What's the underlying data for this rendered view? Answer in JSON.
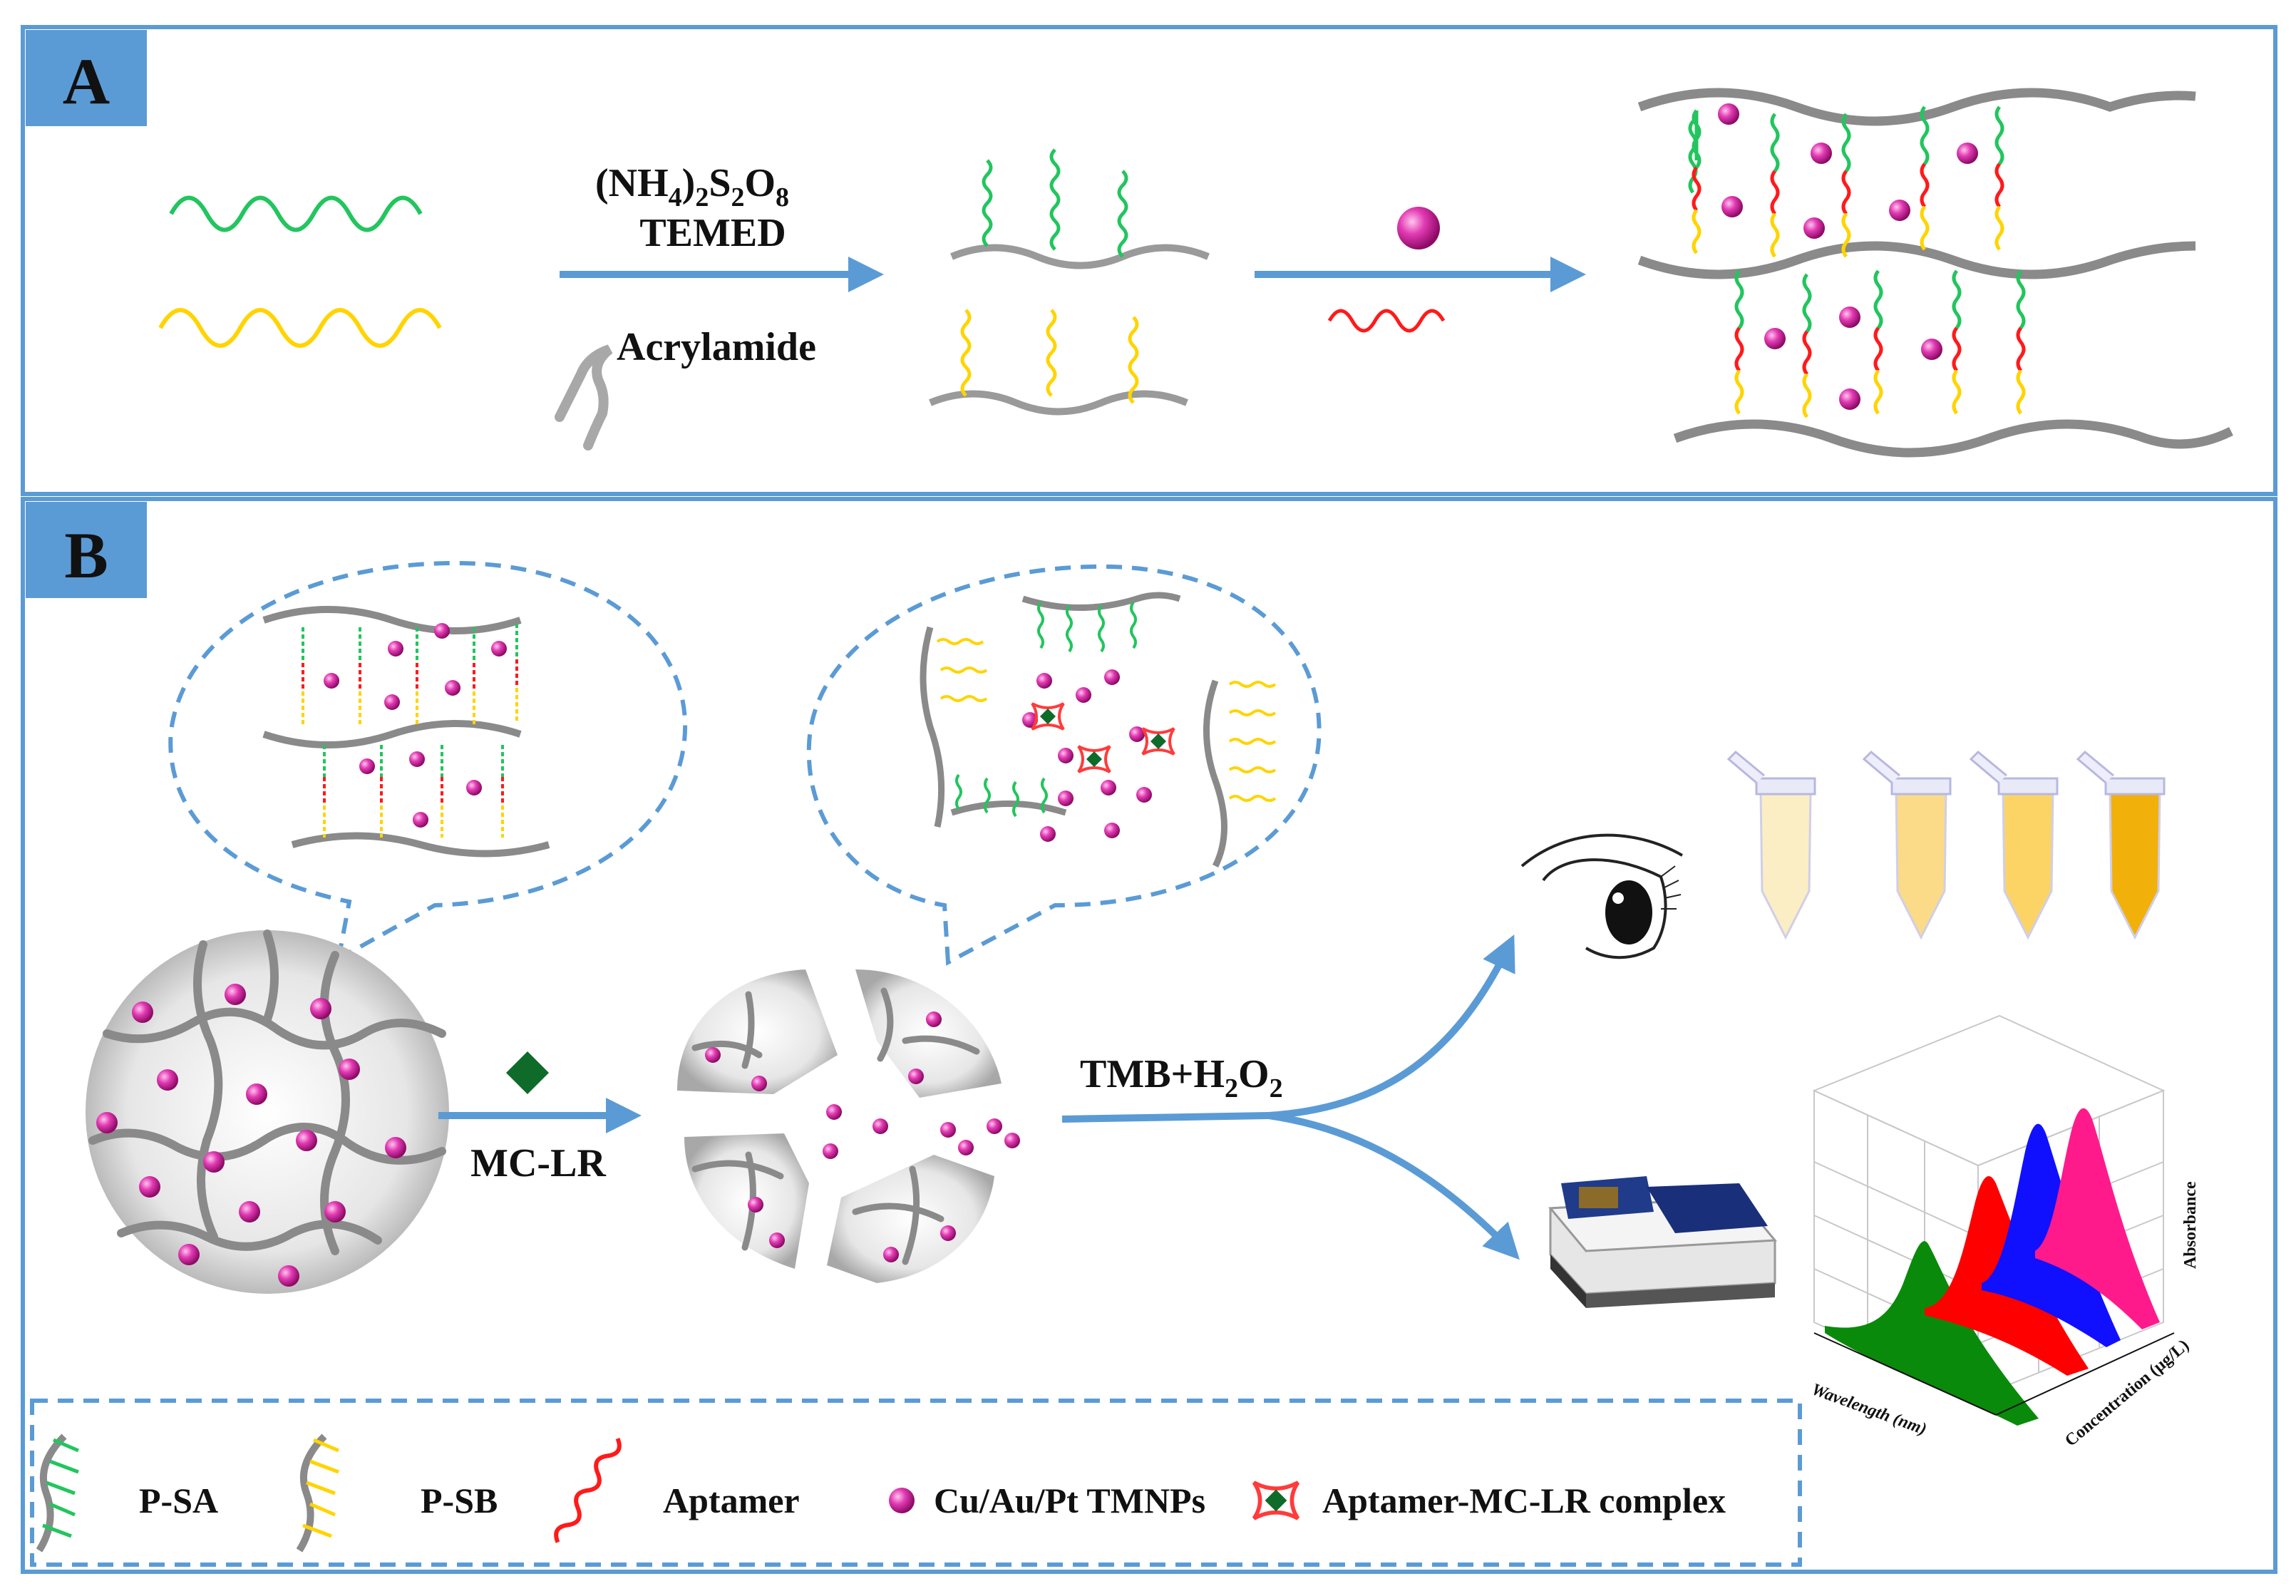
{
  "panel_a": {
    "tag": "A",
    "reagent_line1_main": "(NH",
    "reagent_line1_sub1": "4",
    "reagent_line1_mid": ")",
    "reagent_line1_sub2": "2",
    "reagent_line1_s": "S",
    "reagent_line1_sub3": "2",
    "reagent_line1_o": "O",
    "reagent_line1_sub4": "8",
    "reagent_line2": "TEMED",
    "monomer_label": "Acrylamide"
  },
  "panel_b": {
    "tag": "B",
    "target_label": "MC-LR",
    "reagent_main": "TMB+H",
    "reagent_sub1": "2",
    "reagent_o": "O",
    "reagent_sub2": "2",
    "spectrum": {
      "x_axis_label": "Wavelength (nm)",
      "y_axis_label": "Concentration (μg/L)",
      "z_axis_label": "Absorbance",
      "series_colors": [
        "#0a8a0a",
        "#ff0000",
        "#1010ff",
        "#ff1a8c"
      ]
    },
    "tube_colors": [
      "#fbeec4",
      "#fbdb88",
      "#fcd466",
      "#f2b00a"
    ]
  },
  "legend": {
    "p_sa": "P-SA",
    "p_sb": "P-SB",
    "aptamer": "Aptamer",
    "tmnps": "Cu/Au/Pt TMNPs",
    "complex": "Aptamer-MC-LR complex"
  },
  "colors": {
    "frame": "#5b9bd5",
    "tag_bg": "#5b9bd5",
    "arrow": "#5b9bd5",
    "green_strand": "#22c55e",
    "yellow_strand": "#ffd400",
    "red_strand": "#ff1a1a",
    "particle": "#d11b9b",
    "backbone": "#9a9a9a"
  }
}
